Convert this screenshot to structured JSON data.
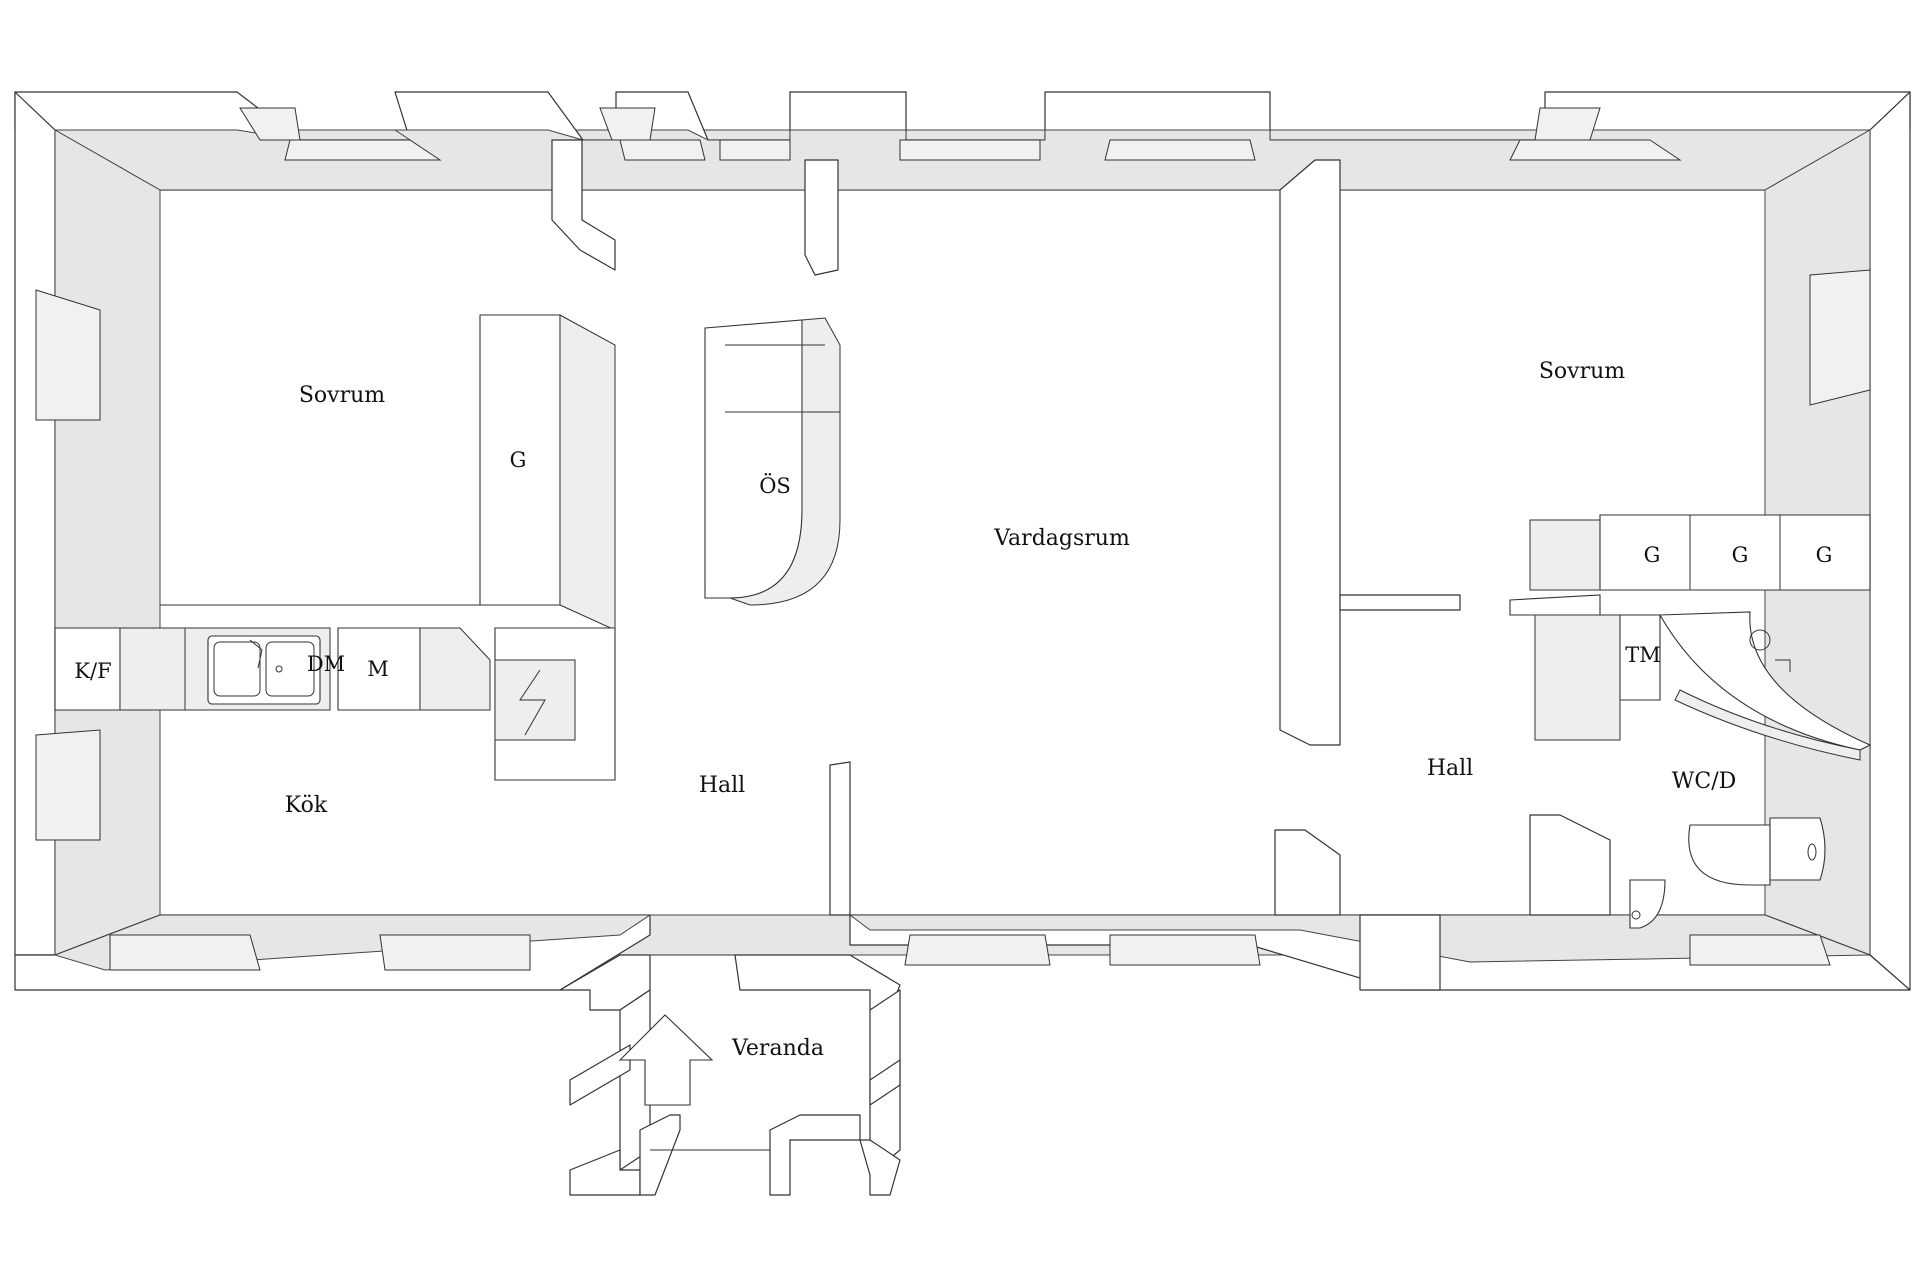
{
  "floorplan": {
    "rooms": {
      "sovrum_left": "Sovrum",
      "sovrum_right": "Sovrum",
      "vardagsrum": "Vardagsrum",
      "kok": "Kök",
      "hall_left": "Hall",
      "hall_right": "Hall",
      "wc_d": "WC/D",
      "veranda": "Veranda"
    },
    "fixtures": {
      "g_left": "G",
      "os": "ÖS",
      "kf": "K/F",
      "dm": "DM",
      "m": "M",
      "g_right_1": "G",
      "g_right_2": "G",
      "g_right_3": "G",
      "tm": "TM"
    },
    "colors": {
      "wall_fill": "#ffffff",
      "wall_inner": "#e6e6e6",
      "stroke": "#333333"
    }
  }
}
